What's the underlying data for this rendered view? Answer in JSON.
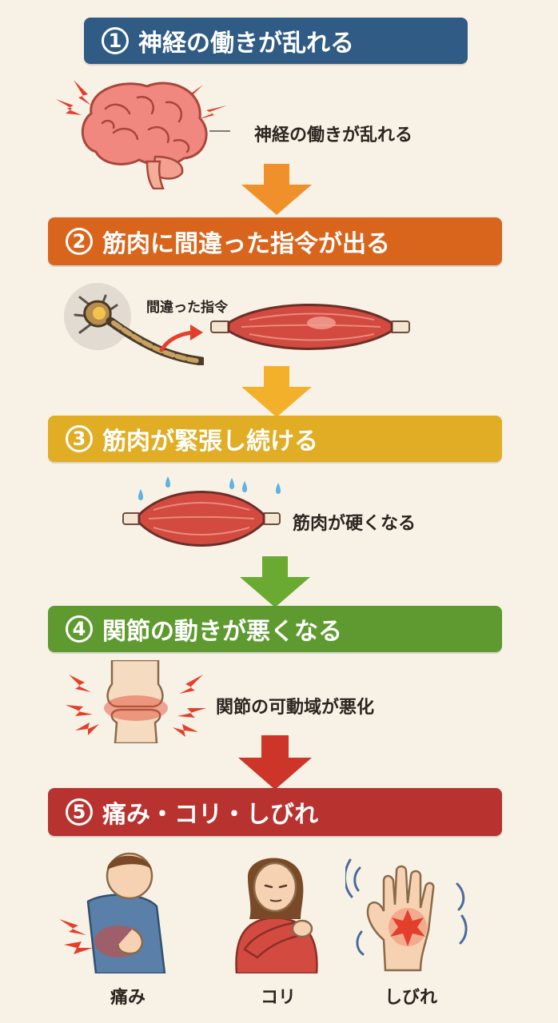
{
  "colors": {
    "step1": "#2f5b85",
    "step2": "#d9651c",
    "step3": "#e0ad24",
    "step4": "#5e9a2f",
    "step5": "#b8322f",
    "arrow1": "#f0902a",
    "arrow2": "#f3b12b",
    "arrow3": "#6aaa33",
    "arrow4": "#cc3528",
    "muscle": "#d24a40",
    "background": "#f8f2e6"
  },
  "steps": [
    {
      "num": "1",
      "title": "神経の働きが乱れる",
      "note": "神経の働きが乱れる",
      "icon": "brain-icon"
    },
    {
      "num": "2",
      "title": "筋肉に間違った指令が出る",
      "note": "間違った指令",
      "icon": "nerve-signal-icon"
    },
    {
      "num": "3",
      "title": "筋肉が緊張し続ける",
      "note": "筋肉が硬くなる",
      "icon": "tense-muscle-icon"
    },
    {
      "num": "4",
      "title": "関節の動きが悪くなる",
      "note": "関節の可動域が悪化",
      "icon": "joint-icon"
    },
    {
      "num": "5",
      "title": "痛み・コリ・しびれ",
      "note": "",
      "icon": "symptoms"
    }
  ],
  "symptoms": [
    {
      "label": "痛み",
      "icon": "back-pain-icon"
    },
    {
      "label": "コリ",
      "icon": "stiff-shoulder-icon"
    },
    {
      "label": "しびれ",
      "icon": "numb-hand-icon"
    }
  ]
}
